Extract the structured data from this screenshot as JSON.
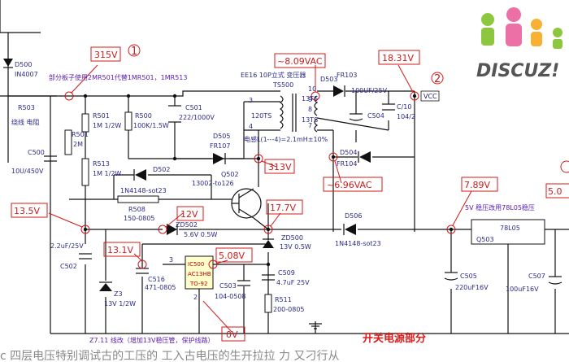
{
  "title": "开关电源部分",
  "watermark": "DISCUZ!",
  "bottom_caption": "c 四层电压特别调试古的工压的 工入古电压的生开拉拉 力 又刁行从",
  "callouts": {
    "c1": "1",
    "c2": "2",
    "c5": "5.08V",
    "c6": "5.0"
  },
  "voltages": {
    "v315": "315V",
    "v809": "~8.09VAC",
    "v1831": "18.31V",
    "v313": "313V",
    "v696": "~6.96VAC",
    "v789": "7.89V",
    "v135": "13.5V",
    "v12": "12V",
    "v177": "17.7V",
    "v131": "13.1V",
    "v508": "5.08V",
    "v0": "0V"
  },
  "labels": {
    "d500": "D500",
    "d500v": "IN4007",
    "r503": "R503",
    "r503n": "绕线 电阻",
    "note_top": "部分板子使用2MR501代替1MR501，1MR513",
    "r501": "R501",
    "r501v": "1M 1/2W",
    "r500": "R500",
    "r500v": "100K/1.5W",
    "c501": "C501",
    "c501v": "222/1000V",
    "ee16": "EE16 10P立式 变压器",
    "ts500": "TS500",
    "d503": "D503",
    "fr103": "FR103",
    "c504n": "100UF/25V",
    "c510": "C/10",
    "c510v": "104/2",
    "vcc": "VCC",
    "p3": "3",
    "p4": "4",
    "t120": "120TS",
    "t13a": "13TS",
    "t13b": "13TS",
    "p9": "9",
    "p8": "8",
    "p7": "7",
    "p10": "10",
    "c504": "C504",
    "induct": "电感L(1---4)=2.1mH±10%",
    "r501b": "R501",
    "r501bv": "2M",
    "c500": "C500",
    "c500v": "10U/450V",
    "r513": "R513",
    "r513v": "1M 1/2W",
    "d505": "D505",
    "fr107": "FR107",
    "d502": "D502",
    "d502v": "1N4148-sot23",
    "q502": "Q502",
    "q502v": "13002-to126",
    "d504": "D504",
    "fr104": "FR104",
    "r508": "R508",
    "r508v": "150-0805",
    "zd502": "ZD502",
    "zd502v": "5.6V 0.5W",
    "d506": "D506",
    "d506v": "1N4148-sot23",
    "fivev": "5V 稳压改用78L05稳压",
    "q503": "Q503",
    "l05": "78L05",
    "zd500": "ZD500",
    "zd500v": "13V 0.5W",
    "c502v": "2.2uF/25V",
    "c502": "C502",
    "c516": "C516",
    "c516v": "471-0805",
    "ic500": "IC500",
    "ic500b": "AC13HB",
    "ic500c": "TO-92",
    "pin3": "3",
    "pin2": "2",
    "c503": "C503",
    "c503v": "104-0508",
    "c509": "C509",
    "c509v": "4.7uF 25V",
    "r511": "R511",
    "r511v": "200-0805",
    "c505": "C505",
    "c505v": "220uF16V",
    "c507": "C507",
    "c507v": "100uF16V",
    "z3": "Z3",
    "z3v": "13V 1/2W",
    "note_bottom": "Z7.11 线改（增加13V稳压管，保护线路）"
  },
  "colors": {
    "wire": "#111111",
    "callout": "#d01a1a",
    "label": "#2a2a8a"
  }
}
